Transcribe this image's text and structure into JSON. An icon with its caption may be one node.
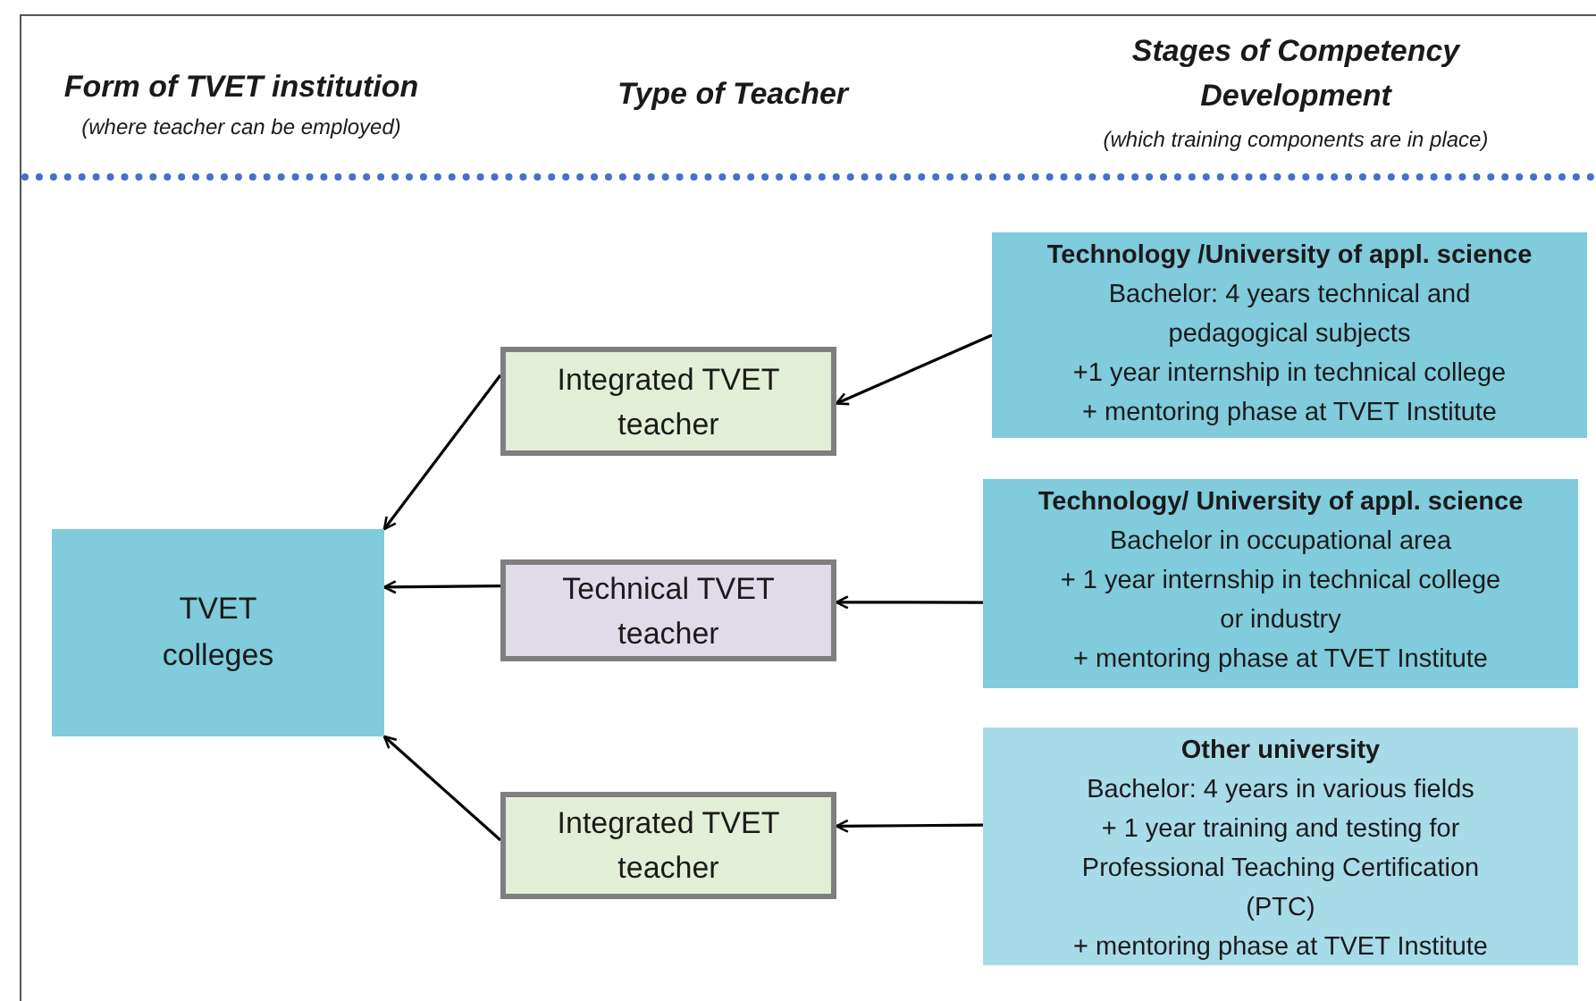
{
  "diagram": {
    "nodes": [
      {
        "text": [
          "TVET colleges"
        ]
      },
      {
        "text": [
          "Integrated TVET teacher"
        ]
      },
      {
        "text": [
          "Technical TVET teacher"
        ]
      },
      {
        "text": [
          "Integrated TVET teacher"
        ]
      },
      {
        "text": [
          "Technology /University of appl. science",
          "Bachelor: 4 years technical and pedagogical subjects",
          "+1 year internship in technical college",
          "+  mentoring phase at TVET Institute"
        ]
      },
      {
        "text": [
          "Technology/ University of appl. science",
          "Bachelor in occupational area",
          "+ 1 year internship in technical college or industry",
          "+ mentoring phase at TVET Institute"
        ]
      },
      {
        "text": [
          "Other university",
          "Bachelor: 4 years in various fields",
          "+  1 year training and testing for Professional Teaching Certification (PTC)",
          "+  mentoring phase at TVET Institute"
        ]
      }
    ],
    "edges": [
      {
        "from": 4,
        "to": 1,
        "arrow": "to"
      },
      {
        "from": 5,
        "to": 2,
        "arrow": "to"
      },
      {
        "from": 6,
        "to": 3,
        "arrow": "to"
      },
      {
        "from": 1,
        "to": 0,
        "arrow": "to"
      },
      {
        "from": 2,
        "to": 0,
        "arrow": "to"
      },
      {
        "from": 3,
        "to": 0,
        "arrow": "to"
      }
    ],
    "labels": [
      "Form of TVET institution",
      "(where teacher can be employed)",
      "Type of Teacher",
      "Stages of Competency Development",
      "(which training components are in place)"
    ]
  }
}
